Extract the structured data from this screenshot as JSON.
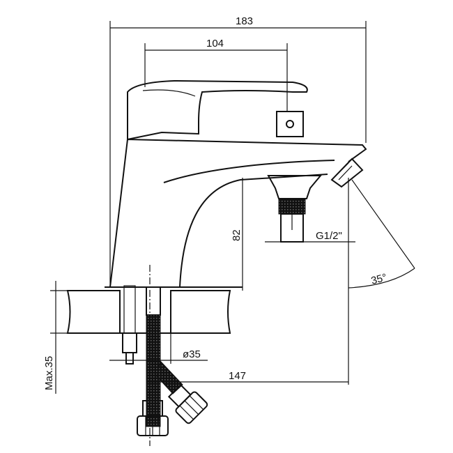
{
  "drawing": {
    "subject": "faucet",
    "dimensions": {
      "overall_length": "183",
      "handle_length": "104",
      "spout_height": "82",
      "thread": "G1/2\"",
      "spout_angle": "35°",
      "max_deck_thickness": "Max.35",
      "hole_diameter": "ø35",
      "reach": "147"
    },
    "colors": {
      "line": "#111111",
      "background": "#ffffff"
    }
  }
}
